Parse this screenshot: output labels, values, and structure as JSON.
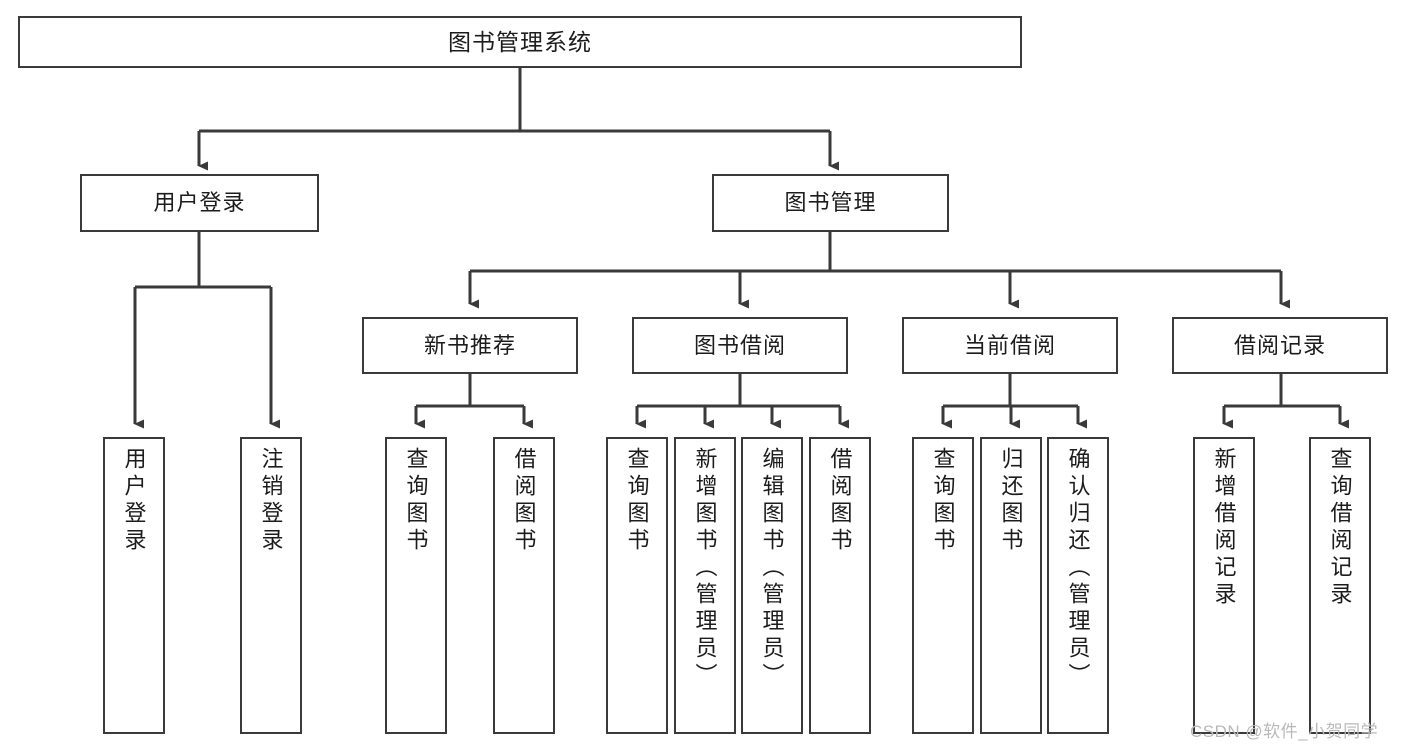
{
  "diagram": {
    "type": "hierarchy-tree",
    "title": "图书管理系统",
    "levels": {
      "root": {
        "label": "图书管理系统"
      },
      "level2": [
        {
          "id": "user-login",
          "label": "用户登录"
        },
        {
          "id": "book-management",
          "label": "图书管理"
        }
      ],
      "level3": [
        {
          "id": "new-book-recommend",
          "label": "新书推荐"
        },
        {
          "id": "book-borrow",
          "label": "图书借阅"
        },
        {
          "id": "current-borrow",
          "label": "当前借阅"
        },
        {
          "id": "borrow-record",
          "label": "借阅记录"
        }
      ],
      "leaves": [
        {
          "id": "leaf-user-login",
          "label": "用户登录",
          "parent": "user-login"
        },
        {
          "id": "leaf-logout-login",
          "label": "注销登录",
          "parent": "user-login"
        },
        {
          "id": "leaf-query-book-1",
          "label": "查询图书",
          "parent": "new-book-recommend"
        },
        {
          "id": "leaf-borrow-book-1",
          "label": "借阅图书",
          "parent": "new-book-recommend"
        },
        {
          "id": "leaf-query-book-2",
          "label": "查询图书",
          "parent": "book-borrow"
        },
        {
          "id": "leaf-add-book",
          "label": "新增图书（管理员）",
          "parent": "book-borrow"
        },
        {
          "id": "leaf-edit-book",
          "label": "编辑图书（管理员）",
          "parent": "book-borrow"
        },
        {
          "id": "leaf-borrow-book-2",
          "label": "借阅图书",
          "parent": "book-borrow"
        },
        {
          "id": "leaf-query-book-3",
          "label": "查询图书",
          "parent": "current-borrow"
        },
        {
          "id": "leaf-return-book",
          "label": "归还图书",
          "parent": "current-borrow"
        },
        {
          "id": "leaf-confirm-return",
          "label": "确认归还（管理员）",
          "parent": "current-borrow"
        },
        {
          "id": "leaf-add-record",
          "label": "新增借阅记录",
          "parent": "borrow-record"
        },
        {
          "id": "leaf-query-record",
          "label": "查询借阅记录",
          "parent": "borrow-record"
        }
      ]
    },
    "colors": {
      "box_border": "#3a3a3a",
      "box_fill": "#ffffff",
      "connector": "#3a3a3a",
      "text": "#1c1c1c",
      "watermark": "#b9b9b9",
      "background": "#ffffff"
    }
  },
  "watermark": {
    "text": "CSDN @软件_小贺同学"
  }
}
